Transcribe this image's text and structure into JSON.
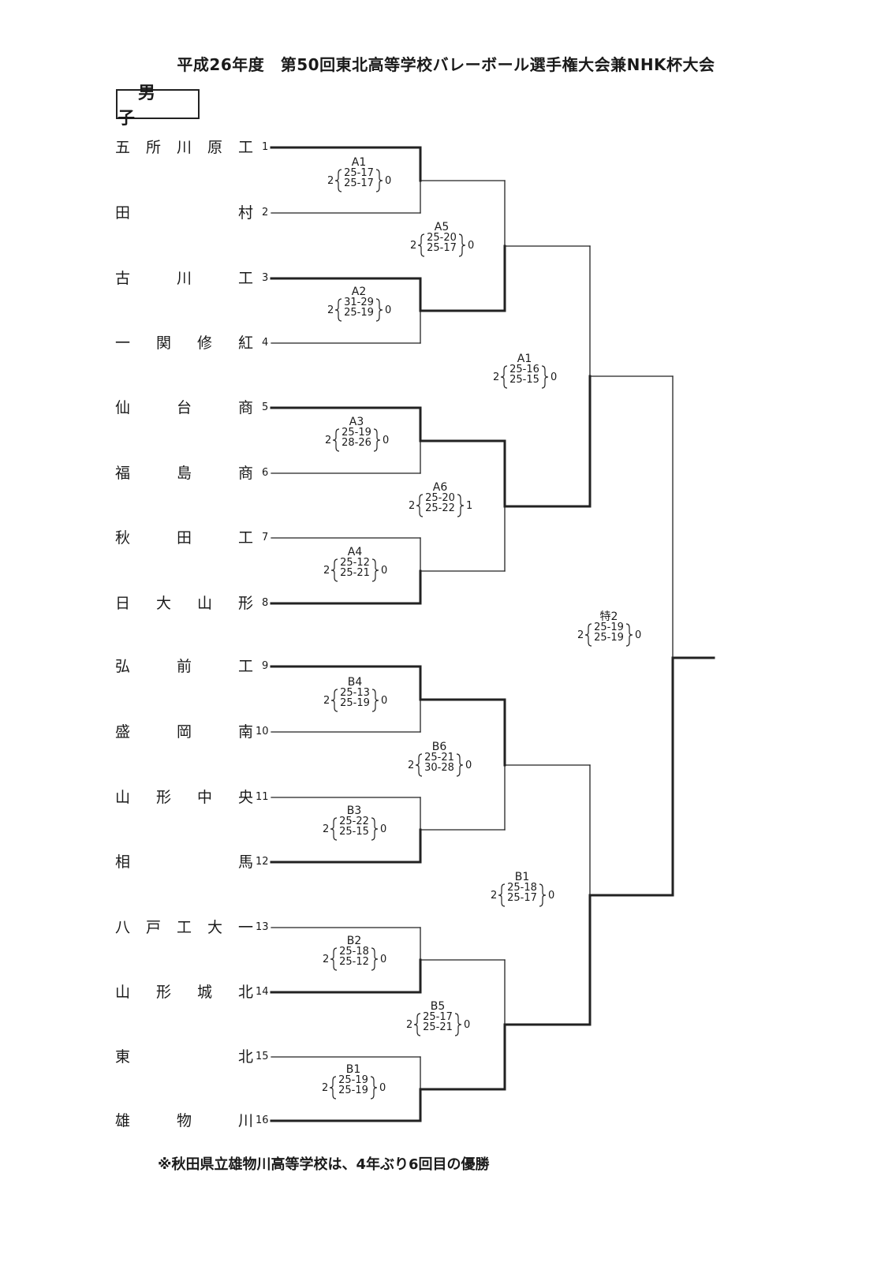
{
  "title": "平成26年度　第50回東北高等学校バレーボール選手権大会兼NHK杯大会",
  "section": "男子",
  "teams": [
    {
      "name": "五所川原工",
      "seed": "1"
    },
    {
      "name": "田村",
      "seed": "2"
    },
    {
      "name": "古川工",
      "seed": "3"
    },
    {
      "name": "一関修紅",
      "seed": "4"
    },
    {
      "name": "仙台商",
      "seed": "5"
    },
    {
      "name": "福島商",
      "seed": "6"
    },
    {
      "name": "秋田工",
      "seed": "7"
    },
    {
      "name": "日大山形",
      "seed": "8"
    },
    {
      "name": "弘前工",
      "seed": "9"
    },
    {
      "name": "盛岡南",
      "seed": "10"
    },
    {
      "name": "山形中央",
      "seed": "11"
    },
    {
      "name": "相馬",
      "seed": "12"
    },
    {
      "name": "八戸工大一",
      "seed": "13"
    },
    {
      "name": "山形城北",
      "seed": "14"
    },
    {
      "name": "東北",
      "seed": "15"
    },
    {
      "name": "雄物川",
      "seed": "16"
    }
  ],
  "matches": [
    {
      "label": "A1",
      "sets": [
        "25-17",
        "25-17"
      ],
      "winner_sets": "2",
      "loser_sets": "0"
    },
    {
      "label": "A2",
      "sets": [
        "31-29",
        "25-19"
      ],
      "winner_sets": "2",
      "loser_sets": "0"
    },
    {
      "label": "A3",
      "sets": [
        "25-19",
        "28-26"
      ],
      "winner_sets": "2",
      "loser_sets": "0"
    },
    {
      "label": "A4",
      "sets": [
        "25-12",
        "25-21"
      ],
      "winner_sets": "2",
      "loser_sets": "0"
    },
    {
      "label": "B4",
      "sets": [
        "25-13",
        "25-19"
      ],
      "winner_sets": "2",
      "loser_sets": "0"
    },
    {
      "label": "B3",
      "sets": [
        "25-22",
        "25-15"
      ],
      "winner_sets": "2",
      "loser_sets": "0"
    },
    {
      "label": "B2",
      "sets": [
        "25-18",
        "25-12"
      ],
      "winner_sets": "2",
      "loser_sets": "0"
    },
    {
      "label": "B1",
      "sets": [
        "25-19",
        "25-19"
      ],
      "winner_sets": "2",
      "loser_sets": "0"
    },
    {
      "label": "A5",
      "sets": [
        "25-20",
        "25-17"
      ],
      "winner_sets": "2",
      "loser_sets": "0"
    },
    {
      "label": "A6",
      "sets": [
        "25-20",
        "25-22"
      ],
      "winner_sets": "2",
      "loser_sets": "1"
    },
    {
      "label": "B6",
      "sets": [
        "25-21",
        "30-28"
      ],
      "winner_sets": "2",
      "loser_sets": "0"
    },
    {
      "label": "B5",
      "sets": [
        "25-17",
        "25-21"
      ],
      "winner_sets": "2",
      "loser_sets": "0"
    },
    {
      "label": "A1",
      "sets": [
        "25-16",
        "25-15"
      ],
      "winner_sets": "2",
      "loser_sets": "0"
    },
    {
      "label": "B1",
      "sets": [
        "25-18",
        "25-17"
      ],
      "winner_sets": "2",
      "loser_sets": "0"
    },
    {
      "label": "特2",
      "sets": [
        "25-19",
        "25-19"
      ],
      "winner_sets": "2",
      "loser_sets": "0"
    }
  ],
  "footnote": "※秋田県立雄物川高等学校は、4年ぶり6回目の優勝"
}
